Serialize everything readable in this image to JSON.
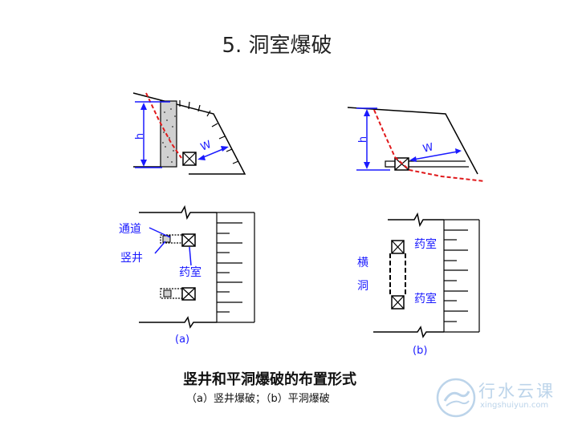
{
  "title": "5. 洞室爆破",
  "labels": {
    "h": "h",
    "w": "W",
    "passage": "通道",
    "shaft": "竖井",
    "chamber": "药室",
    "adit_top": "横",
    "adit_bottom": "洞",
    "sub_a": "(a)",
    "sub_b": "(b)"
  },
  "caption": {
    "main": "竖井和平洞爆破的布置形式",
    "sub": "（a）竖井爆破；（b）平洞爆破"
  },
  "watermark": {
    "name": "行水云课",
    "url": "xingshuiyun.com"
  },
  "colors": {
    "line": "#000000",
    "blue": "#1a1aff",
    "red_dashed": "#e0191b",
    "shaft_fill": "#cfcfcf",
    "watermark": "#bcd4ea"
  }
}
